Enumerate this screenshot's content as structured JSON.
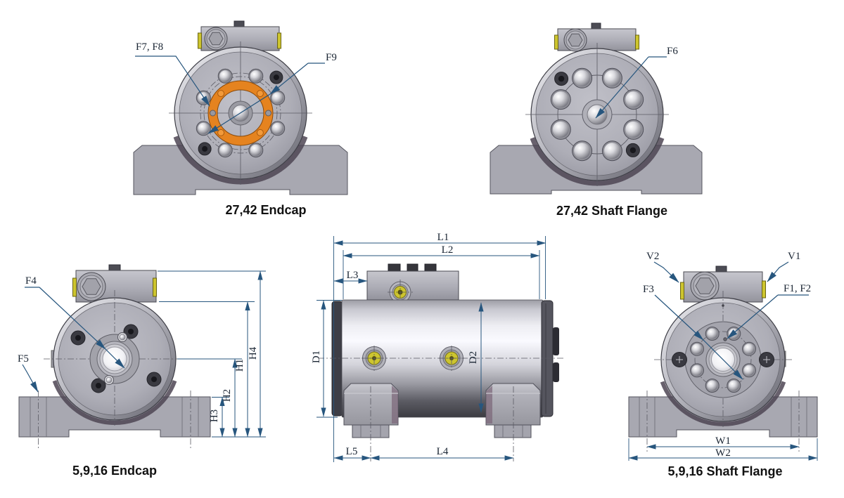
{
  "colors": {
    "background": "#ffffff",
    "body_gray": "#a8a8b1",
    "body_dark": "#3c3c44",
    "accent_orange": "#e5831f",
    "port_yellow": "#cdc52e",
    "dimension_blue": "#27567e",
    "label_text": "#1a2533",
    "caption_text": "#111111"
  },
  "views": {
    "endcap_2742": {
      "caption": "27,42 Endcap",
      "labels": {
        "f7_f8": "F7, F8",
        "f9": "F9"
      }
    },
    "shaft_flange_2742": {
      "caption": "27,42 Shaft Flange",
      "labels": {
        "f6": "F6"
      }
    },
    "endcap_5916": {
      "caption": "5,9,16 Endcap",
      "labels": {
        "f4": "F4",
        "f5": "F5"
      },
      "dims": {
        "h1": "H1",
        "h2": "H2",
        "h3": "H3",
        "h4": "H4"
      }
    },
    "side": {
      "dims": {
        "l1": "L1",
        "l2": "L2",
        "l3": "L3",
        "l4": "L4",
        "l5": "L5",
        "d1": "D1",
        "d2": "D2"
      }
    },
    "shaft_flange_5916": {
      "caption": "5,9,16 Shaft Flange",
      "labels": {
        "v1": "V1",
        "v2": "V2",
        "f3": "F3",
        "f1_f2": "F1, F2"
      },
      "dims": {
        "w1": "W1",
        "w2": "W2"
      }
    }
  }
}
